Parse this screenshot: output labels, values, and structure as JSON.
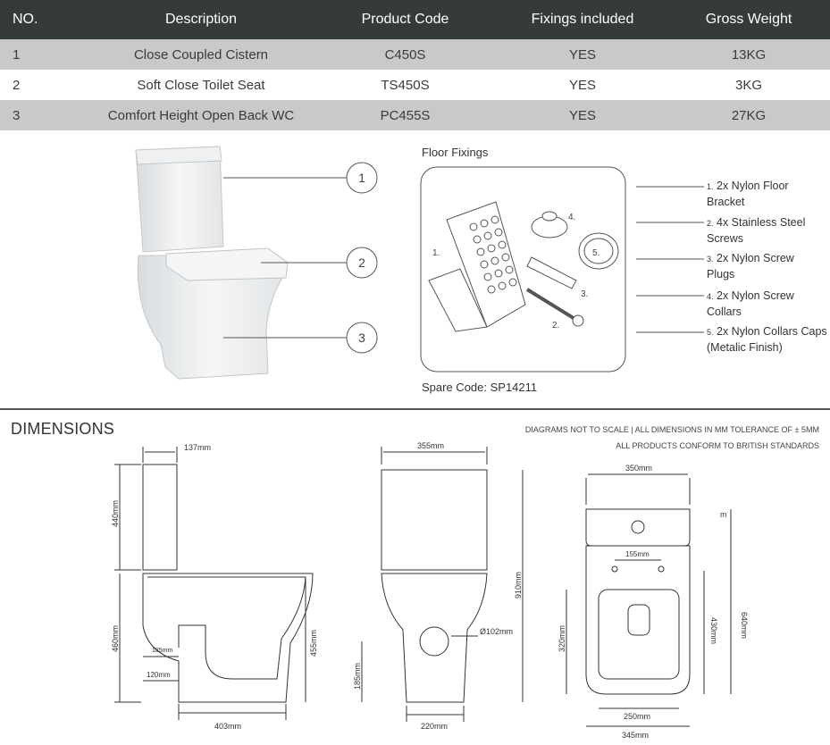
{
  "table": {
    "headers": [
      "NO.",
      "Description",
      "Product Code",
      "Fixings included",
      "Gross Weight"
    ],
    "rows": [
      [
        "1",
        "Close Coupled Cistern",
        "C450S",
        "YES",
        "13KG"
      ],
      [
        "2",
        "Soft Close Toilet Seat",
        "TS450S",
        "YES",
        "3KG"
      ],
      [
        "3",
        "Comfort Height Open Back WC",
        "PC455S",
        "YES",
        "27KG"
      ]
    ]
  },
  "product": {
    "callouts": [
      "1",
      "2",
      "3"
    ]
  },
  "fixings": {
    "title": "Floor Fixings",
    "spare_code": "Spare Code: SP14211",
    "diagram_numbers": [
      "1.",
      "2.",
      "3.",
      "4.",
      "5."
    ],
    "items": [
      {
        "num": "1.",
        "text": "2x Nylon Floor Bracket"
      },
      {
        "num": "2.",
        "text": "4x Stainless Steel Screws"
      },
      {
        "num": "3.",
        "text": "2x Nylon Screw Plugs"
      },
      {
        "num": "4.",
        "text": "2x Nylon Screw Collars"
      },
      {
        "num": "5.",
        "text": "2x Nylon Collars Caps (Metalic Finish)"
      }
    ]
  },
  "dimensions": {
    "title": "DIMENSIONS",
    "note1": "DIAGRAMS NOT TO SCALE | ALL DIMENSIONS IN MM TOLERANCE OF ± 5MM",
    "note2": "ALL PRODUCTS CONFORM TO BRITISH STANDARDS",
    "side": {
      "d137": "137mm",
      "d440": "440mm",
      "d460": "460mm",
      "d455": "455mm",
      "d185": "185mm",
      "d120": "120mm",
      "d403": "403mm"
    },
    "front": {
      "d355": "355mm",
      "d910": "910mm",
      "d102": "Ø102mm",
      "d185": "185mm",
      "d220": "220mm"
    },
    "top": {
      "d350": "350mm",
      "d155": "155mm",
      "d640": "640mm",
      "d430": "430mm",
      "d320": "320mm",
      "d250": "250mm",
      "d345": "345mm",
      "m": "m"
    }
  }
}
